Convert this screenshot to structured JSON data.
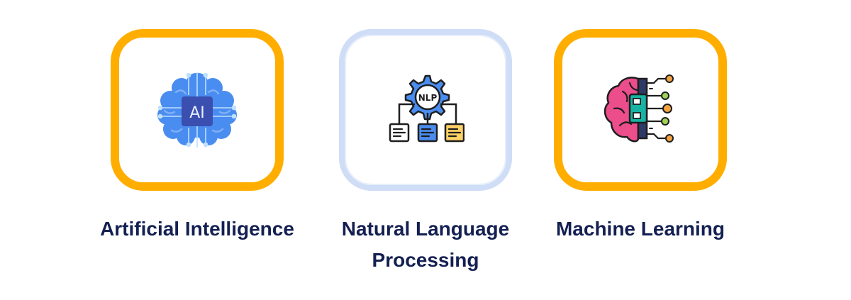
{
  "cards": [
    {
      "icon": "ai-brain-icon",
      "chip_text": "AI",
      "label_lines": [
        "Artificial Intelligence"
      ],
      "border_color": "#FFAE00"
    },
    {
      "icon": "nlp-gear-documents-icon",
      "chip_text": "NLP",
      "label_lines": [
        "Natural Language",
        "Processing"
      ],
      "border_color": "#CFDDF6"
    },
    {
      "icon": "machine-learning-brain-circuit-icon",
      "label_lines": [
        "Machine Learning"
      ],
      "border_color": "#FFAE00"
    }
  ],
  "colors": {
    "label_text": "#142052",
    "accent_orange": "#FFAE00",
    "soft_blue": "#CFDDF6"
  }
}
